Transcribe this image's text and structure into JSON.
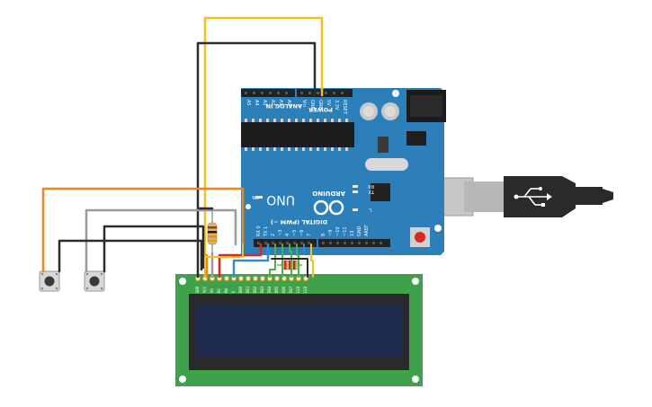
{
  "arduino": {
    "model_label": "UNO",
    "brand_label": "ARDUINO",
    "power_header_label": "POWER",
    "analog_header_label": "ANALOG IN",
    "digital_header_label": "DIGITAL (PWM ~)",
    "aref_label": "AREF",
    "gnd_label": "GND",
    "on_led_label": "ON",
    "tx_label": "TX",
    "rx_label": "RX",
    "led_l_label": "L",
    "power_pins": [
      "IOREF",
      "RESET",
      "3.3V",
      "5V",
      "GND",
      "GND",
      "Vin"
    ],
    "analog_pins": [
      "A0",
      "A1",
      "A2",
      "A3",
      "A4",
      "A5"
    ],
    "digital_pins": [
      "AREF",
      "GND",
      "13",
      "~11",
      "~10",
      "~9",
      "8",
      "7",
      "~6",
      "~5",
      "4",
      "~3",
      "2",
      "TX 1",
      "RX 0"
    ]
  },
  "lcd": {
    "pin_labels": [
      "GND",
      "VCC",
      "V0",
      "RS",
      "RW",
      "E",
      "DB0",
      "DB1",
      "DB2",
      "DB3",
      "DB4",
      "DB5",
      "DB6",
      "DB7",
      "LED",
      "LED"
    ]
  },
  "colors": {
    "arduino_board": "#2c7fb8",
    "lcd_board": "#3fa14a",
    "lcd_screen": "#1f2b4d",
    "wire_yellow": "#f2c21a",
    "wire_black": "#2b2b2b",
    "wire_orange": "#e8891d",
    "wire_gray": "#9a9a9a",
    "wire_red": "#d9281e",
    "wire_green": "#43b649",
    "wire_blue": "#2d8fd8"
  }
}
